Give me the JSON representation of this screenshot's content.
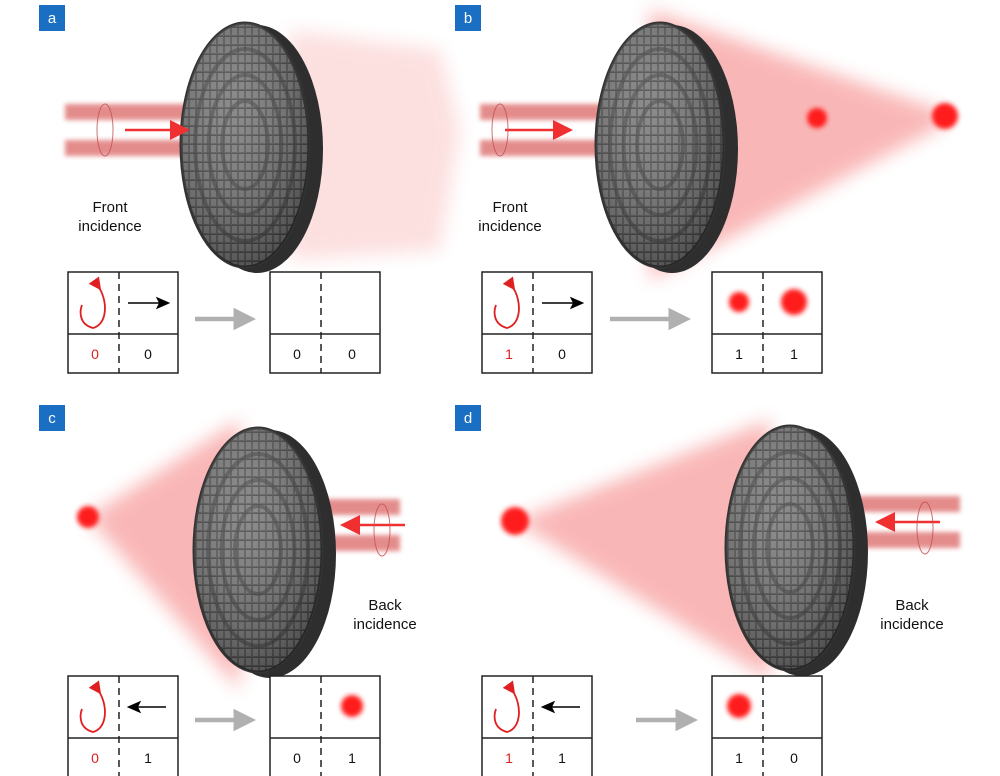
{
  "colors": {
    "label_bg": "#1b6fc2",
    "beam": "#f03030",
    "gray_arrow": "#b0b0b0",
    "disk": "#4a4a4a"
  },
  "panels": [
    {
      "label": "a",
      "incidence": [
        "Front",
        "incidence"
      ],
      "direction": "forward",
      "input": {
        "polarization": "0",
        "propagation": "0"
      },
      "output": {
        "left": "0",
        "right": "0"
      },
      "output_spots": [
        false,
        false
      ]
    },
    {
      "label": "b",
      "incidence": [
        "Front",
        "incidence"
      ],
      "direction": "forward",
      "input": {
        "polarization": "1",
        "propagation": "0"
      },
      "output": {
        "left": "1",
        "right": "1"
      },
      "output_spots": [
        true,
        true
      ]
    },
    {
      "label": "c",
      "incidence": [
        "Back",
        "incidence"
      ],
      "direction": "backward",
      "input": {
        "polarization": "0",
        "propagation": "1"
      },
      "output": {
        "left": "0",
        "right": "1"
      },
      "output_spots": [
        false,
        true
      ]
    },
    {
      "label": "d",
      "incidence": [
        "Back",
        "incidence"
      ],
      "direction": "backward",
      "input": {
        "polarization": "1",
        "propagation": "1"
      },
      "output": {
        "left": "1",
        "right": "0"
      },
      "output_spots": [
        true,
        false
      ]
    }
  ]
}
